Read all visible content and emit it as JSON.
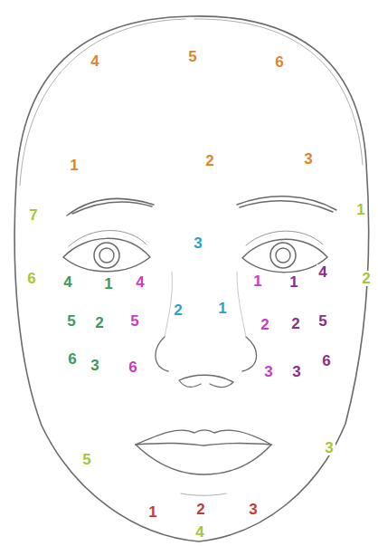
{
  "diagram": {
    "labels": [
      "4",
      "5",
      "6",
      "1",
      "2",
      "3",
      "1",
      "7",
      "3",
      "4",
      "6",
      "4",
      "1",
      "4",
      "1",
      "1",
      "2",
      "1",
      "2",
      "5",
      "2",
      "5",
      "2",
      "2",
      "5",
      "6",
      "3",
      "6",
      "6",
      "3",
      "3",
      "3",
      "5",
      "1",
      "2",
      "3",
      "4"
    ]
  }
}
